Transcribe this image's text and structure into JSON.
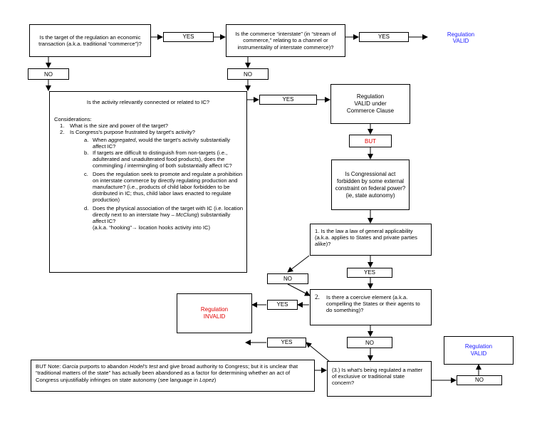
{
  "q_target": "Is the target of the regulation an economic transaction (a.k.a. traditional “commerce”)?",
  "q_interstate": "Is the commerce “interstate” (in “stream of commerce,” relating to a channel or instrumentality of interstate commerce)?",
  "valid_1": "Regulation\nVALID",
  "q_connected": "Is the activity relevantly connected or related to IC?",
  "considerations": {
    "heading": "Considerations:",
    "item1_num": "1.",
    "item1": "What is the size and power of the target?",
    "item2_num": "2.",
    "item2": "Is Congress's purpose frustrated by target's activity?",
    "a_let": "a.",
    "a_pre": "When ",
    "a_em": "aggregated",
    "a_post": ", would the target's activity substantially affect IC?",
    "b_let": "b.",
    "b": "If targets are difficult to distinguish from non-targets (i.e., adulterated and unadulterated food products), does the commingling / intermingling of both substantially affect IC?",
    "c_let": "c.",
    "c": "Does the regulation seek to promote and regulate a prohibition on interstate commerce by directly regulating production and manufacture? (i.e., products of child labor forbidden to be distributed in IC; thus, child labor laws enacted to regulate production)",
    "d_let": "d.",
    "d_pre": "Does the physical association of the target with IC (i.e. location directly next to an interstate hwy – ",
    "d_em": "McClung",
    "d_post": ") substantially affect IC?\n(a.k.a. “hooking”→ location hooks activity into IC)"
  },
  "valid_commerce": "Regulation\nVALID under\nCommerce Clause",
  "but": "BUT",
  "q_constraint": "Is Congressional act forbidden by some external constraint on federal power? (ie, state autonomy)",
  "q_general": "1.   Is the law a law of general applicability (a.k.a. applies to States and private parties alike)?",
  "q_coercive_num": "2.",
  "q_coercive": "Is there a coercive element (a.k.a. compelling the States or their agents to do something)?",
  "invalid": "Regulation\nINVALID",
  "q_traditional": "(3.)  Is what's being regulated a matter of exclusive or traditional state concern?",
  "valid_2": "Regulation\nVALID",
  "note": {
    "pre": "BUT Note: ",
    "garcia": "Garcia",
    "mid1": " purports to abandon ",
    "hodel": "Hodel's test",
    "mid2": " and give broad authority to Congress; but it is unclear that “traditional matters of the state” has actually been abandoned as a factor for determining whether an act of Congress unjustifiably infringes on state autonomy (see language in ",
    "lopez": "Lopez",
    "post": ")"
  },
  "labels": {
    "yes": "YES",
    "no": "NO"
  },
  "colors": {
    "valid": "#1a1aff",
    "invalid": "#e00000"
  }
}
